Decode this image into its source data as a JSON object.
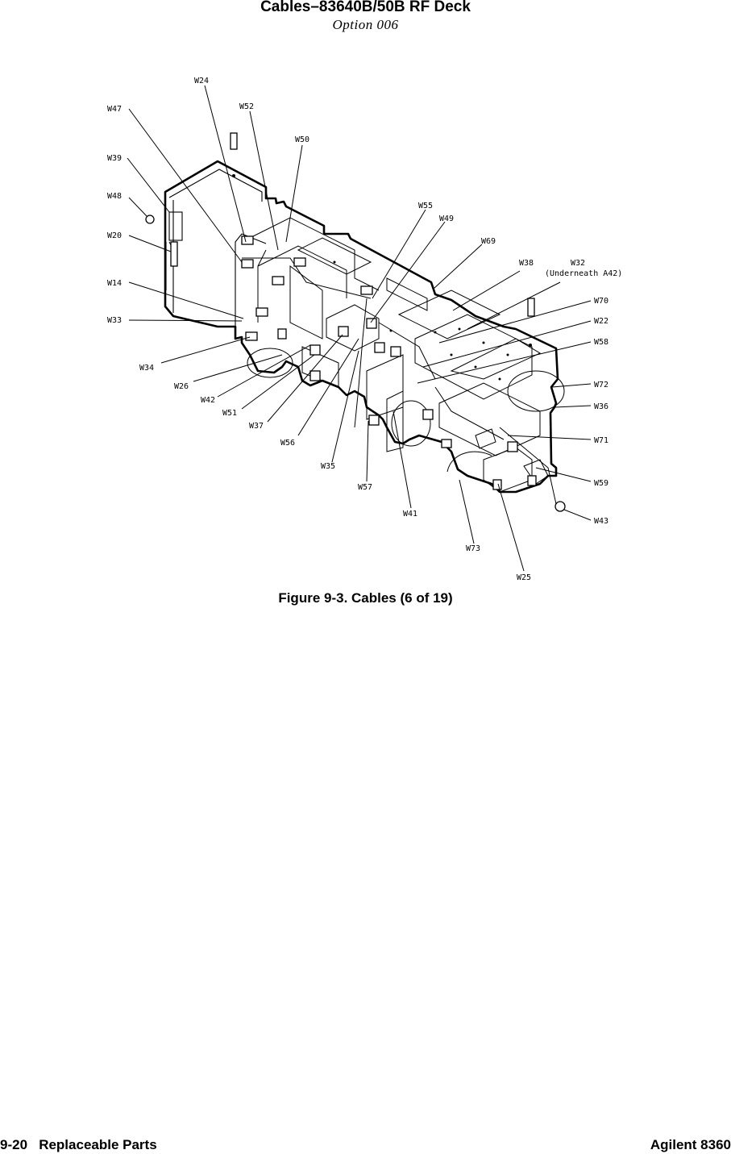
{
  "header": {
    "title": "Cables–83640B/50B RF Deck",
    "subtitle": "Option 006"
  },
  "diagram": {
    "labels": [
      "W24",
      "W47",
      "W52",
      "W50",
      "W39",
      "W48",
      "W20",
      "W14",
      "W33",
      "W34",
      "W26",
      "W42",
      "W51",
      "W37",
      "W56",
      "W35",
      "W57",
      "W41",
      "W73",
      "W25",
      "W55",
      "W49",
      "W69",
      "W38",
      "W32",
      "(Underneath A42)",
      "W70",
      "W22",
      "W58",
      "W72",
      "W36",
      "W71",
      "W59",
      "W43"
    ]
  },
  "caption": "Figure 9-3. Cables (6 of 19)",
  "footer": {
    "left": "9-20   Replaceable Parts",
    "right": "Agilent 8360"
  }
}
